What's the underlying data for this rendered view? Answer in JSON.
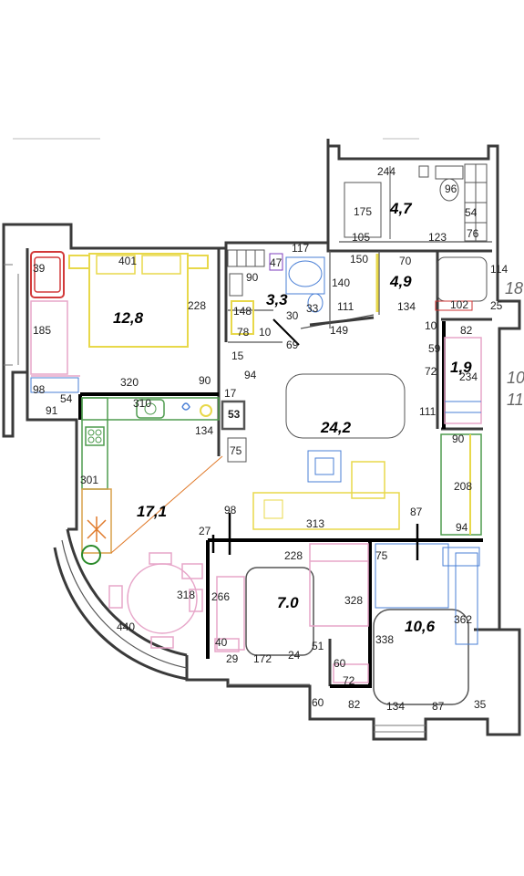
{
  "areas": {
    "bath_top": "4,7",
    "wc_mid": "4,9",
    "bath_left": "3,3",
    "bedroom": "12,8",
    "living": "24,2",
    "closet": "1,9",
    "kitchen": "17,1",
    "room_a": "7.0",
    "room_b": "10,6"
  },
  "dims": {
    "d244": "244",
    "d175": "175",
    "d105": "105",
    "d123": "123",
    "d96": "96",
    "d54a": "54",
    "d76": "76",
    "d117": "117",
    "d150": "150",
    "d70": "70",
    "d114": "114",
    "d140": "140",
    "d47": "47",
    "d90a": "90",
    "d401": "401",
    "d39": "39",
    "d228a": "228",
    "d148": "148",
    "d78": "78",
    "d10a": "10",
    "d30": "30",
    "d33": "33",
    "d111a": "111",
    "d134a": "134",
    "d102": "102",
    "d25": "25",
    "d18": "18",
    "d149": "149",
    "d10b": "10",
    "d82a": "82",
    "d185": "185",
    "d15": "15",
    "d69": "69",
    "d59": "59",
    "d72a": "72",
    "d234": "234",
    "d94a": "94",
    "d90b": "90",
    "d320": "320",
    "d98a": "98",
    "d54b": "54",
    "d91": "91",
    "d310": "310",
    "d17": "17",
    "d134b": "134",
    "d53": "53",
    "d111b": "111",
    "d75a": "75",
    "d90c": "90",
    "d301": "301",
    "d208": "208",
    "d98b": "98",
    "d87a": "87",
    "d27": "27",
    "d313": "313",
    "d94b": "94",
    "d228b": "228",
    "d75b": "75",
    "d318": "318",
    "d266": "266",
    "d328": "328",
    "d362": "362",
    "d338": "338",
    "d440": "440",
    "d40": "40",
    "d29": "29",
    "d172": "172",
    "d24": "24",
    "d51": "51",
    "d60a": "60",
    "d72b": "72",
    "d60b": "60",
    "d82b": "82",
    "d134c": "134",
    "d87b": "87",
    "d35": "35",
    "d10c": "10",
    "d11": "11"
  },
  "colors": {
    "wall": "#3a3a3a",
    "bed_yellow": "#e8d84a",
    "sofa_red": "#d23a3a",
    "pink_furniture": "#e7a6c9",
    "kitchen_green": "#4e9b4e",
    "blue_fixtures": "#4a7fd6",
    "partition_black": "#000000",
    "door_line_orange": "#e07a2a"
  }
}
